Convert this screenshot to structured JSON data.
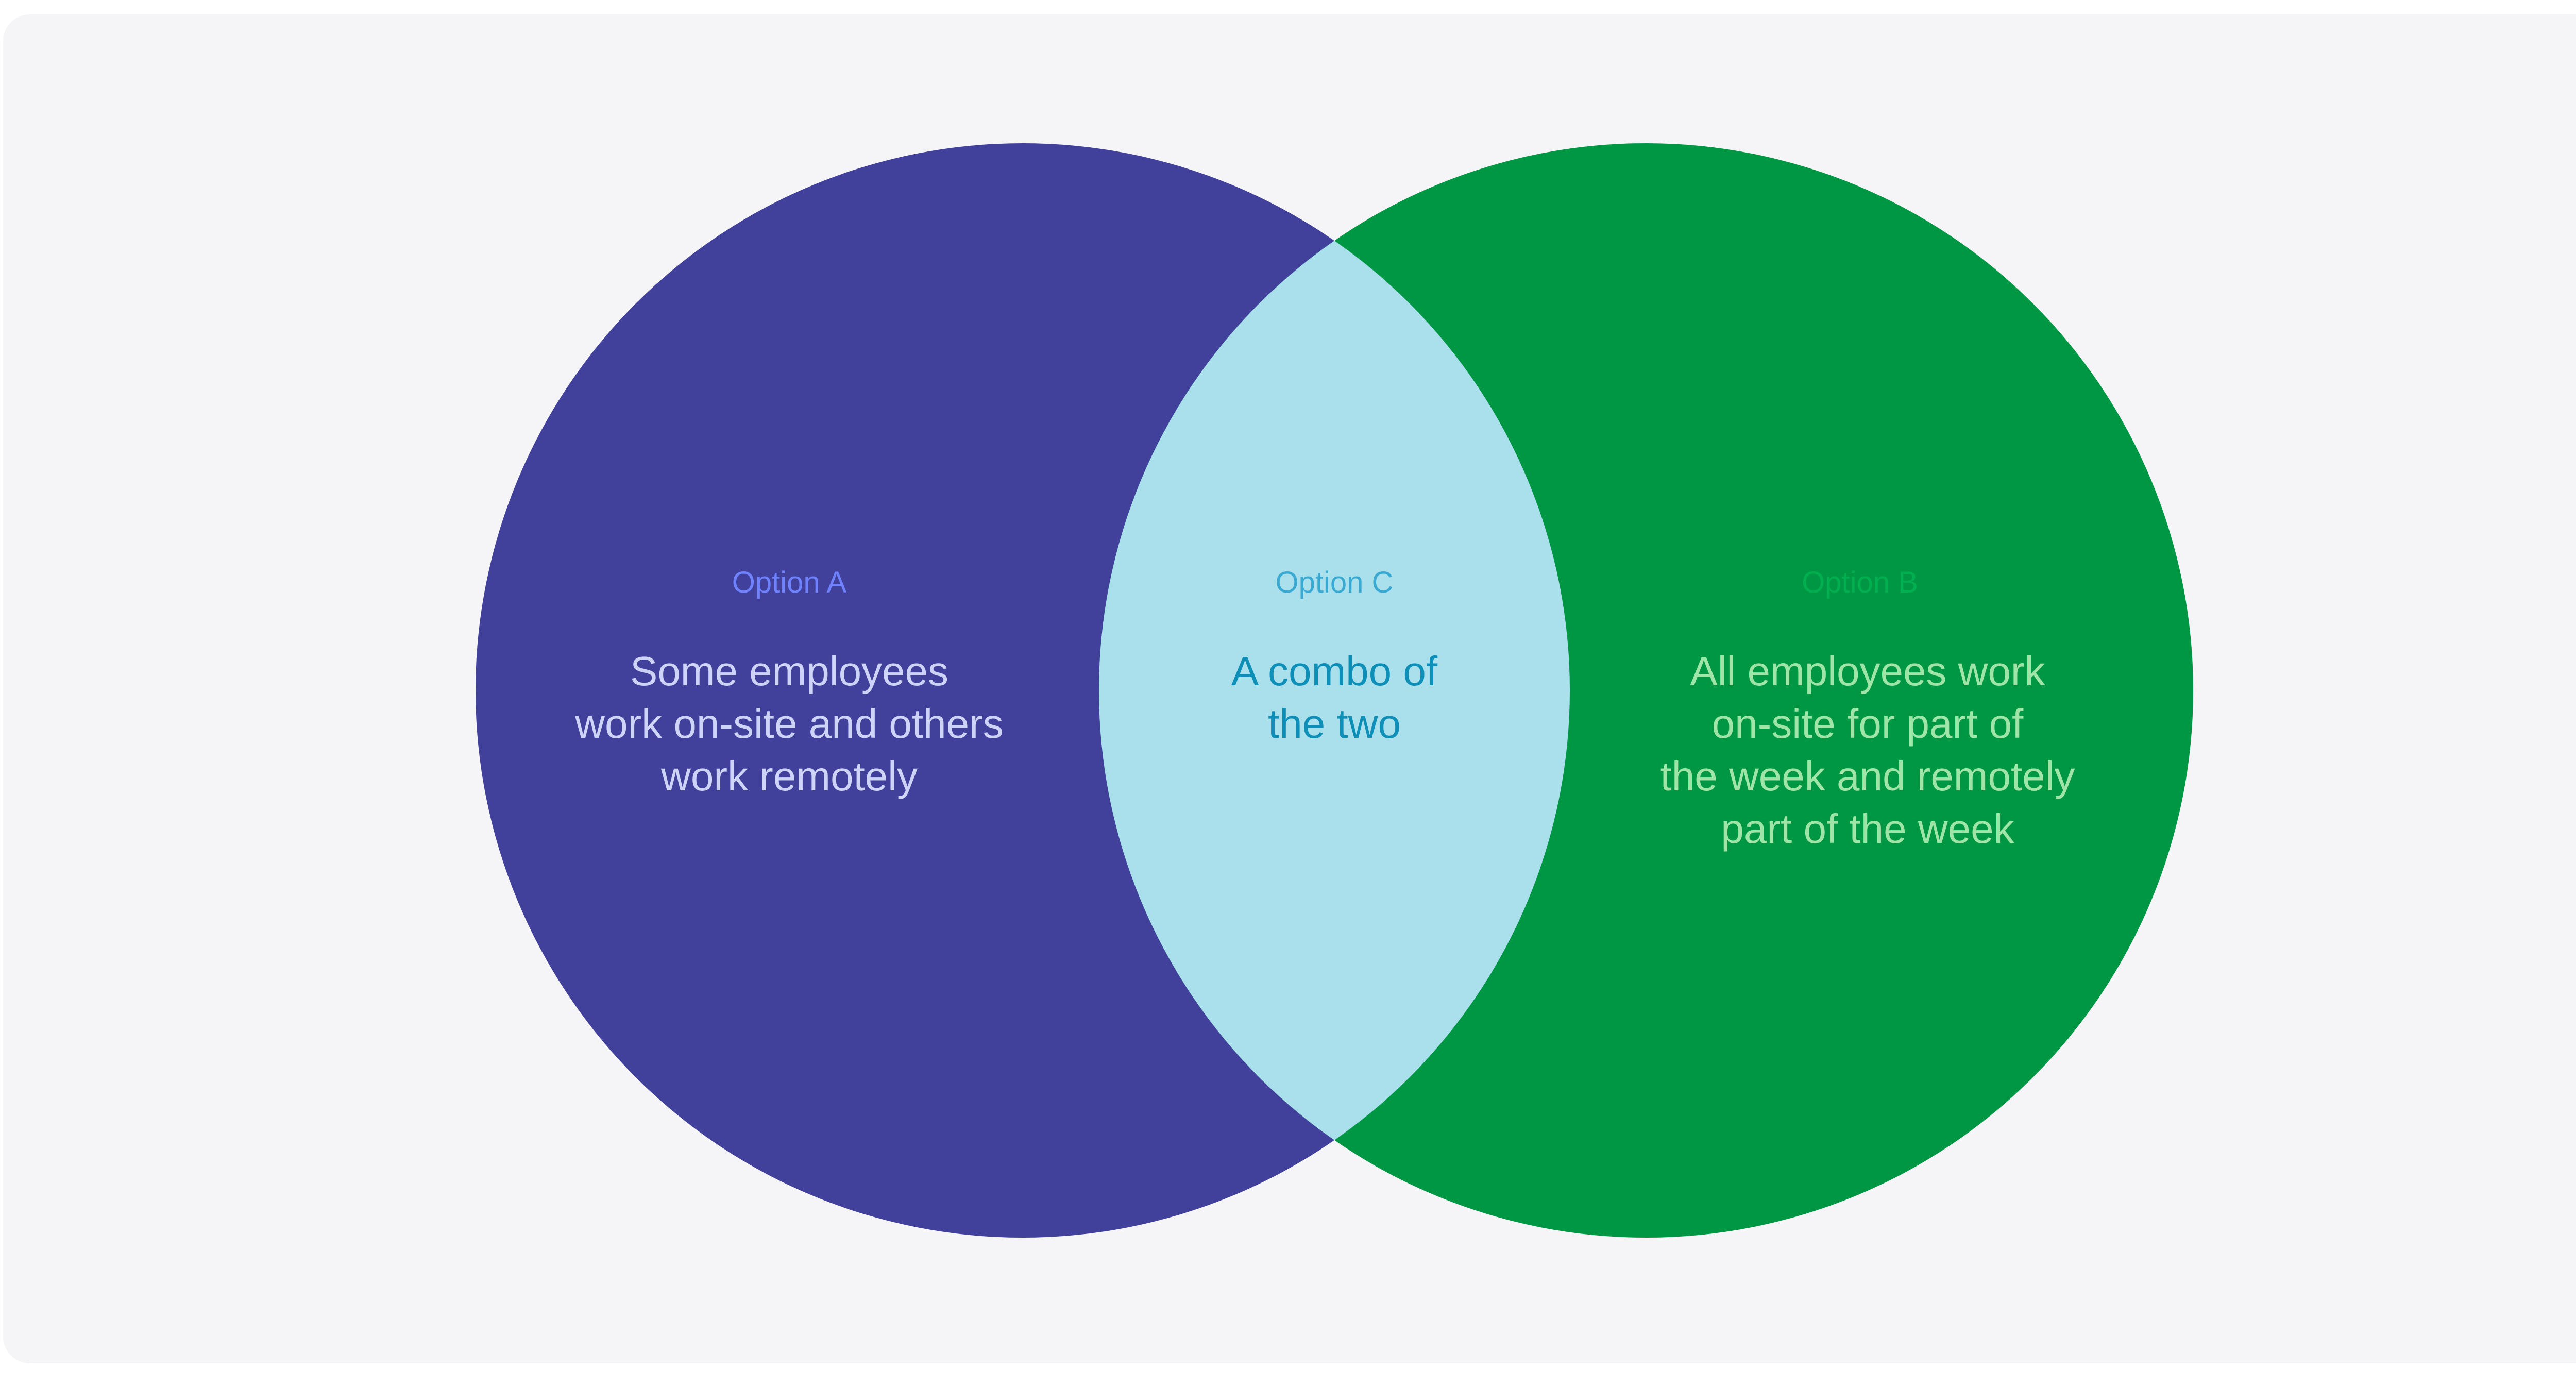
{
  "colors": {
    "background": "#f5f5f8",
    "circle_a": "#41419c",
    "circle_b": "#009744",
    "overlap": "#aadfec",
    "label_a": "#6f82ff",
    "label_c": "#3aa9d1",
    "label_b": "#00b050",
    "text_a": "#cdd4f8",
    "text_c": "#0d8fb8",
    "text_b": "#9fe5a8"
  },
  "venn": {
    "option_a": {
      "label": "Option A",
      "lines": [
        "Some employees",
        "work on-site and others",
        "work remotely"
      ]
    },
    "option_c": {
      "label": "Option C",
      "lines": [
        "A combo of",
        "the two"
      ]
    },
    "option_b": {
      "label": "Option B",
      "lines": [
        "All employees work",
        "on-site for part of",
        "the week and remotely",
        "part of the week"
      ]
    }
  }
}
